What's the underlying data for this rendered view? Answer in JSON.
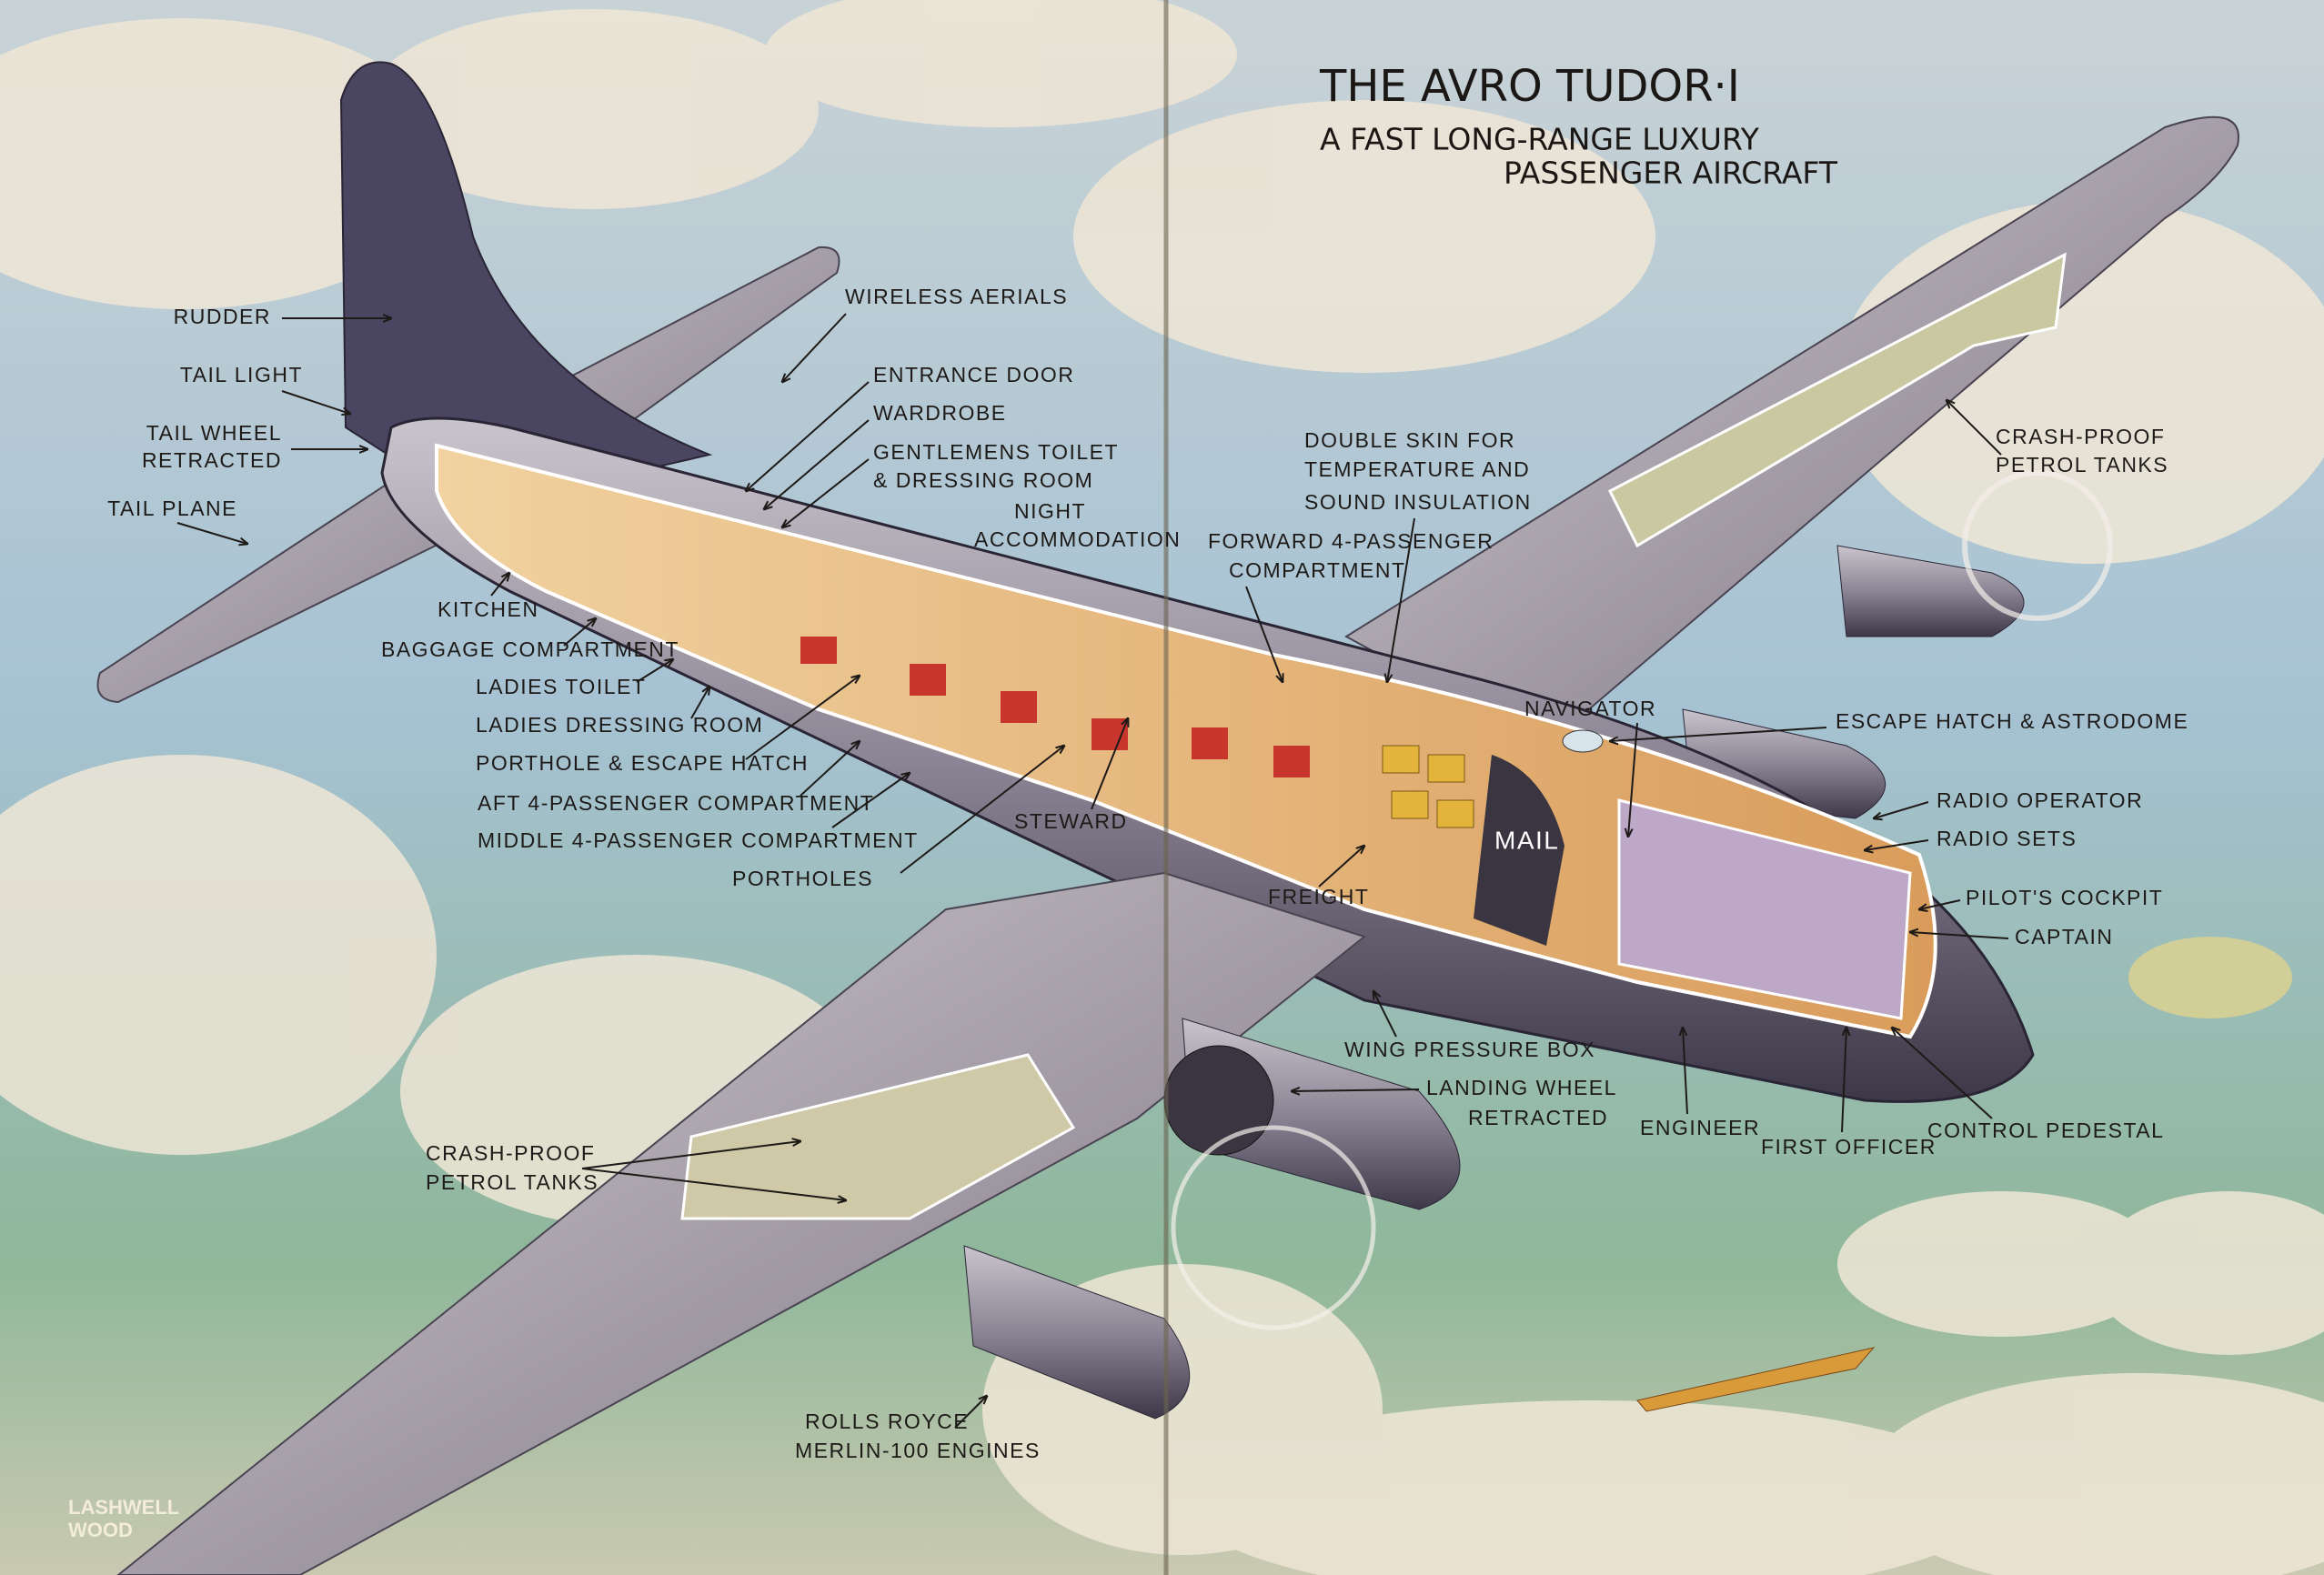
{
  "title": "THE AVRO TUDOR·I",
  "subtitle_line1": "A FAST LONG-RANGE LUXURY",
  "subtitle_line2": "PASSENGER AIRCRAFT",
  "signature": [
    "LASHWELL",
    "WOOD"
  ],
  "labels": {
    "rudder": "RUDDER",
    "tail_light": "TAIL LIGHT",
    "tail_wheel_1": "TAIL WHEEL",
    "tail_wheel_2": "RETRACTED",
    "tail_plane": "TAIL PLANE",
    "kitchen": "KITCHEN",
    "baggage": "BAGGAGE COMPARTMENT",
    "ladies_toilet": "LADIES TOILET",
    "ladies_dressing": "LADIES DRESSING ROOM",
    "porthole_hatch": "PORTHOLE & ESCAPE HATCH",
    "aft_compartment": "AFT 4-PASSENGER COMPARTMENT",
    "middle_compartment": "MIDDLE 4-PASSENGER COMPARTMENT",
    "portholes": "PORTHOLES",
    "steward": "STEWARD",
    "wireless_aerials": "WIRELESS AERIALS",
    "entrance_door": "ENTRANCE DOOR",
    "wardrobe": "WARDROBE",
    "gents_1": "GENTLEMENS TOILET",
    "gents_2": "& DRESSING ROOM",
    "night_1": "NIGHT",
    "night_2": "ACCOMMODATION",
    "double_skin_1": "DOUBLE SKIN FOR",
    "double_skin_2": "TEMPERATURE AND",
    "double_skin_3": "SOUND INSULATION",
    "forward_1": "FORWARD 4-PASSENGER",
    "forward_2": "COMPARTMENT",
    "tanks_right_1": "CRASH-PROOF",
    "tanks_right_2": "PETROL TANKS",
    "navigator": "NAVIGATOR",
    "escape_hatch": "ESCAPE HATCH & ASTRODOME",
    "radio_operator": "RADIO OPERATOR",
    "radio_sets": "RADIO SETS",
    "pilots_cockpit": "PILOT'S COCKPIT",
    "captain": "CAPTAIN",
    "freight": "FREIGHT",
    "mail": "MAIL",
    "wing_pressure_box": "WING PRESSURE BOX",
    "landing_wheel_1": "LANDING WHEEL",
    "landing_wheel_2": "RETRACTED",
    "engineer": "ENGINEER",
    "first_officer": "FIRST OFFICER",
    "control_pedestal": "CONTROL PEDESTAL",
    "tanks_left_1": "CRASH-PROOF",
    "tanks_left_2": "PETROL TANKS",
    "engines_1": "ROLLS ROYCE",
    "engines_2": "MERLIN-100 ENGINES"
  },
  "colors": {
    "sky": "#a9c3d4",
    "cloud": "#efe6d6",
    "metal": "#8d8796",
    "interior": "#e8b77a",
    "seat": "#c8352c"
  }
}
